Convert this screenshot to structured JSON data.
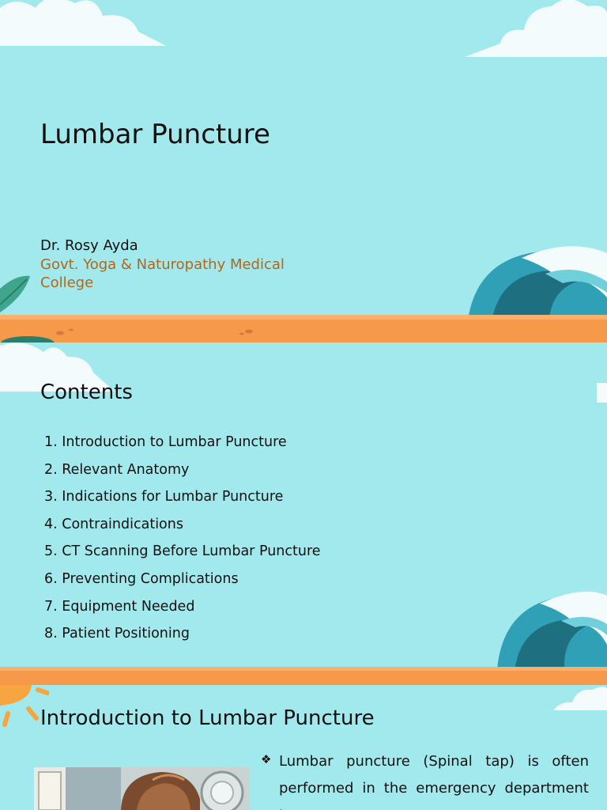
{
  "slide1": {
    "title": "Lumbar Puncture",
    "author": "Dr. Rosy Ayda",
    "college": "Govt. Yoga & Naturopathy Medical College"
  },
  "slide2": {
    "title": "Contents",
    "items": [
      "1. Introduction to Lumbar Puncture",
      "2. Relevant Anatomy",
      "3. Indications for Lumbar Puncture",
      "4. Contraindications",
      "5. CT Scanning Before Lumbar Puncture",
      "6. Preventing Complications",
      "7. Equipment Needed",
      "8. Patient Positioning"
    ]
  },
  "slide3": {
    "title": "Introduction to Lumbar Puncture",
    "bullet_icon": "diamond-bullet-icon",
    "bullet_symbol": "❖",
    "bullet_text": "Lumbar puncture (Spinal tap) is often performed in the emergency department to"
  },
  "colors": {
    "background": "#a2e9ee",
    "sand": "#f7994a",
    "college_text": "#b3661a",
    "wave_dark": "#1e6f80",
    "wave_mid": "#2fa0b6",
    "wave_light": "#6fd0dc"
  }
}
